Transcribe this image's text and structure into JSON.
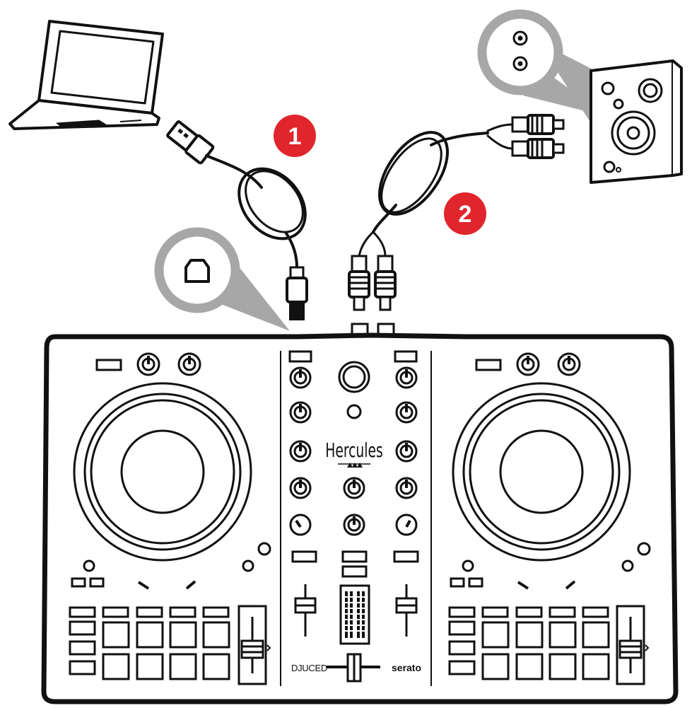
{
  "steps": [
    {
      "number": "1",
      "connection": "usb"
    },
    {
      "number": "2",
      "connection": "rca"
    }
  ],
  "controller": {
    "brand": "Hercules",
    "software_left": "DJUCED",
    "software_right": "serato"
  },
  "colors": {
    "step_badge": "#e1252c",
    "callout_gray": "#a7a7a7",
    "line": "#111111"
  },
  "icons": {
    "laptop": "laptop-icon",
    "usb_plug": "usb-a-plug-icon",
    "usb_b_port": "usb-b-port-icon",
    "rca_jacks": "rca-jacks-icon",
    "speaker": "speaker-icon"
  }
}
